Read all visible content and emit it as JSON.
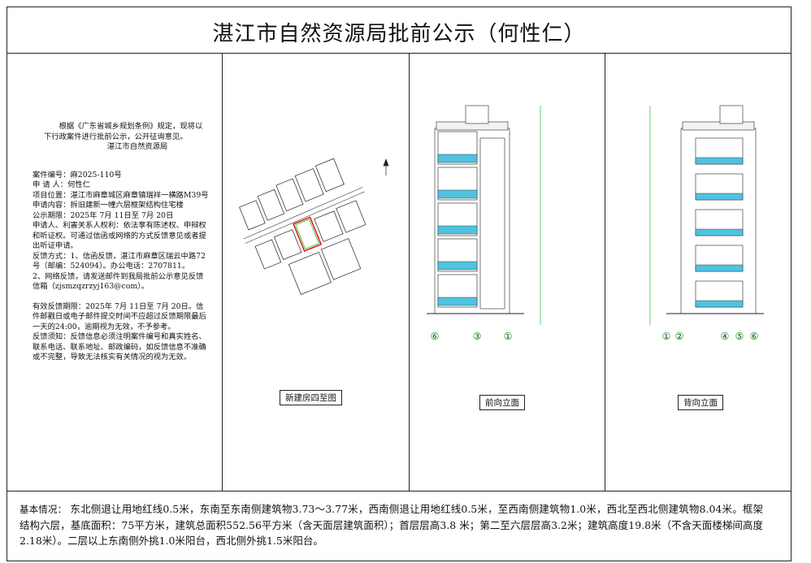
{
  "title": "湛江市自然资源局批前公示（何性仁）",
  "notice": {
    "intro": "根据《广东省城乡规划条例》规定，现将以下行政案件进行批前公示，公开征询意见。",
    "issuer": "湛江市自然资源局",
    "case_no": "案件编号：麻2025-110号",
    "applicant": "申  请  人：何性仁",
    "project_location": "项目位置：湛江市麻章城区麻章镇瑞祥一横路M39号",
    "application": "申请内容：拆旧建新一幢六层框架结构住宅楼",
    "period": "公示期限：2025年 7月 11日至  7月 20日",
    "rights": "申请人、利害关系人权利：依法享有陈述权、申辩权和听证权。可通过信函或网络的方式反馈意见或者提出听证申请。",
    "feedback_method_1": "反馈方式：1、信函反馈，湛江市麻章区瑞云中路72号（邮编：524094）。办公电话：2707811。",
    "feedback_method_2": "2、网络反馈，请发送邮件到我局批前公示意见反馈信箱（zjsmzqzrzyj163@com）。",
    "deadline": "有效反馈期限：2025年 7月 11日至 7月 20日。信件邮戳日或电子邮件提交时间不应超过反馈期限最后一天的24:00，逾期视为无效，不予参考。",
    "notes": "反馈须知：反馈信息必须注明案件编号和真实姓名、联系电话、联系地址、邮政编码，如反馈信息不准确或不完整，导致无法核实有关情况的视为无效。"
  },
  "panels": {
    "site_caption": "新建房四至图",
    "front_caption": "前向立面",
    "back_caption": "背向立面"
  },
  "front_marks": [
    "⑥",
    "③",
    "①"
  ],
  "back_marks": [
    "①",
    "②",
    "④",
    "⑤",
    "⑥"
  ],
  "basic": {
    "label": "基本情况：",
    "text": "东北侧退让用地红线0.5米，东南至东南侧建筑物3.73～3.77米，西南侧退让用地红线0.5米，至西南侧建筑物1.0米，西北至西北侧建筑物8.04米。框架结构六层，基底面积：75平方米，建筑总面积552.56平方米（含天面层建筑面积）；首层层高3.8 米；第二至六层层高3.2米；建筑高度19.8米（不含天面楼梯间高度2.18米）。二层以上东南侧外挑1.0米阳台，西北侧外挑1.5米阳台。"
  },
  "colors": {
    "balcony": "#4fc3e0",
    "redline": "#e00000",
    "green": "#00b000"
  }
}
